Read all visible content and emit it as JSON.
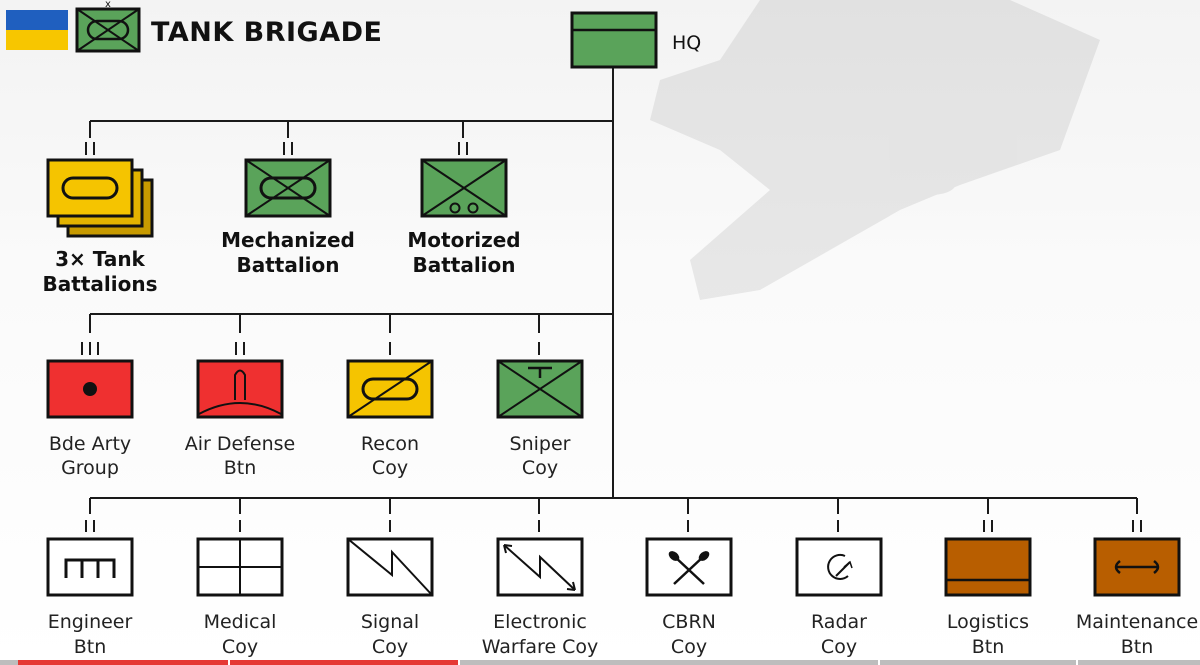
{
  "header": {
    "title": "TANK BRIGADE",
    "flag_colors": {
      "top": "#1f5fbf",
      "bottom": "#f7c600"
    }
  },
  "colors": {
    "friendly_green": "#5aa35a",
    "yellow": "#f5c400",
    "red": "#ef3030",
    "orange": "#b85e00",
    "line": "#1a1a1a",
    "progress": "#e53935"
  },
  "hq": {
    "label": "HQ"
  },
  "row1": [
    {
      "id": "tank",
      "label1": "3× Tank",
      "label2": "Battalions",
      "echelon": "II",
      "icon": "armor-stack-icon"
    },
    {
      "id": "mech",
      "label1": "Mechanized",
      "label2": "Battalion",
      "echelon": "II",
      "icon": "mechanized-infantry-icon"
    },
    {
      "id": "motor",
      "label1": "Motorized",
      "label2": "Battalion",
      "echelon": "II",
      "icon": "motorized-infantry-icon"
    }
  ],
  "row2": [
    {
      "id": "arty",
      "label1": "Bde Arty",
      "label2": "Group",
      "echelon": "III",
      "icon": "artillery-icon"
    },
    {
      "id": "ad",
      "label1": "Air Defense",
      "label2": "Btn",
      "echelon": "II",
      "icon": "air-defense-icon"
    },
    {
      "id": "recon",
      "label1": "Recon",
      "label2": "Coy",
      "echelon": "I",
      "icon": "armored-recon-icon"
    },
    {
      "id": "sniper",
      "label1": "Sniper",
      "label2": "Coy",
      "echelon": "I",
      "icon": "sniper-icon"
    }
  ],
  "row3": [
    {
      "id": "eng",
      "label1": "Engineer",
      "label2": "Btn",
      "echelon": "II",
      "icon": "engineer-icon"
    },
    {
      "id": "med",
      "label1": "Medical",
      "label2": "Coy",
      "echelon": "I",
      "icon": "medical-icon"
    },
    {
      "id": "sig",
      "label1": "Signal",
      "label2": "Coy",
      "echelon": "I",
      "icon": "signal-icon"
    },
    {
      "id": "ew",
      "label1": "Electronic",
      "label2": "Warfare Coy",
      "echelon": "I",
      "icon": "electronic-warfare-icon"
    },
    {
      "id": "cbrn",
      "label1": "CBRN",
      "label2": "Coy",
      "echelon": "I",
      "icon": "cbrn-icon"
    },
    {
      "id": "radar",
      "label1": "Radar",
      "label2": "Coy",
      "echelon": "I",
      "icon": "radar-icon"
    },
    {
      "id": "log",
      "label1": "Logistics",
      "label2": "Btn",
      "echelon": "II",
      "icon": "logistics-icon"
    },
    {
      "id": "maint",
      "label1": "Maintenance",
      "label2": "Btn",
      "echelon": "II",
      "icon": "maintenance-icon"
    }
  ]
}
